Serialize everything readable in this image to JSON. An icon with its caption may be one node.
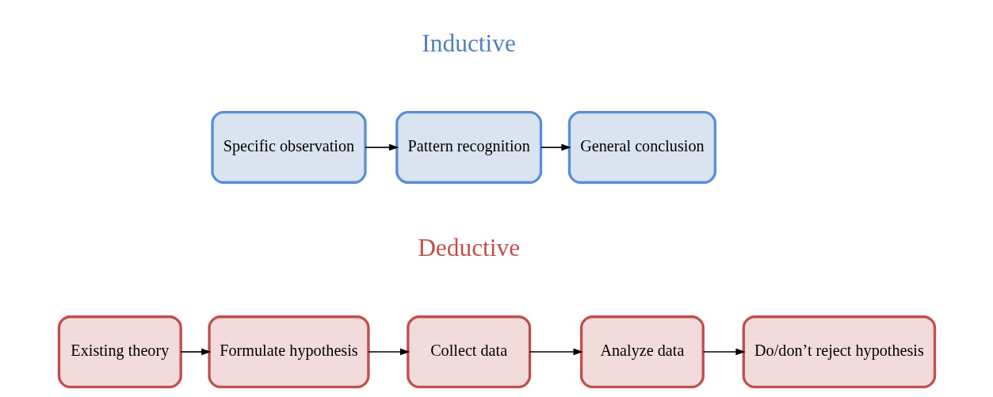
{
  "diagram": {
    "nodes": [
      {
        "text": [
          "Specific observation"
        ]
      },
      {
        "text": [
          "Pattern recognition"
        ]
      },
      {
        "text": [
          "General conclusion"
        ]
      },
      {
        "text": [
          "Existing theory"
        ]
      },
      {
        "text": [
          "Formulate hypothesis"
        ]
      },
      {
        "text": [
          "Collect data"
        ]
      },
      {
        "text": [
          "Analyze data"
        ]
      },
      {
        "text": [
          "Do/don’t reject hypothesis"
        ]
      }
    ],
    "edges": [
      {
        "from": 0,
        "to": 1,
        "arrow": "to"
      },
      {
        "from": 1,
        "to": 2,
        "arrow": "to"
      },
      {
        "from": 3,
        "to": 4,
        "arrow": "to"
      },
      {
        "from": 4,
        "to": 5,
        "arrow": "to"
      },
      {
        "from": 5,
        "to": 6,
        "arrow": "to"
      },
      {
        "from": 6,
        "to": 7,
        "arrow": "to"
      }
    ],
    "labels": [
      "Inductive",
      "Deductive"
    ]
  }
}
